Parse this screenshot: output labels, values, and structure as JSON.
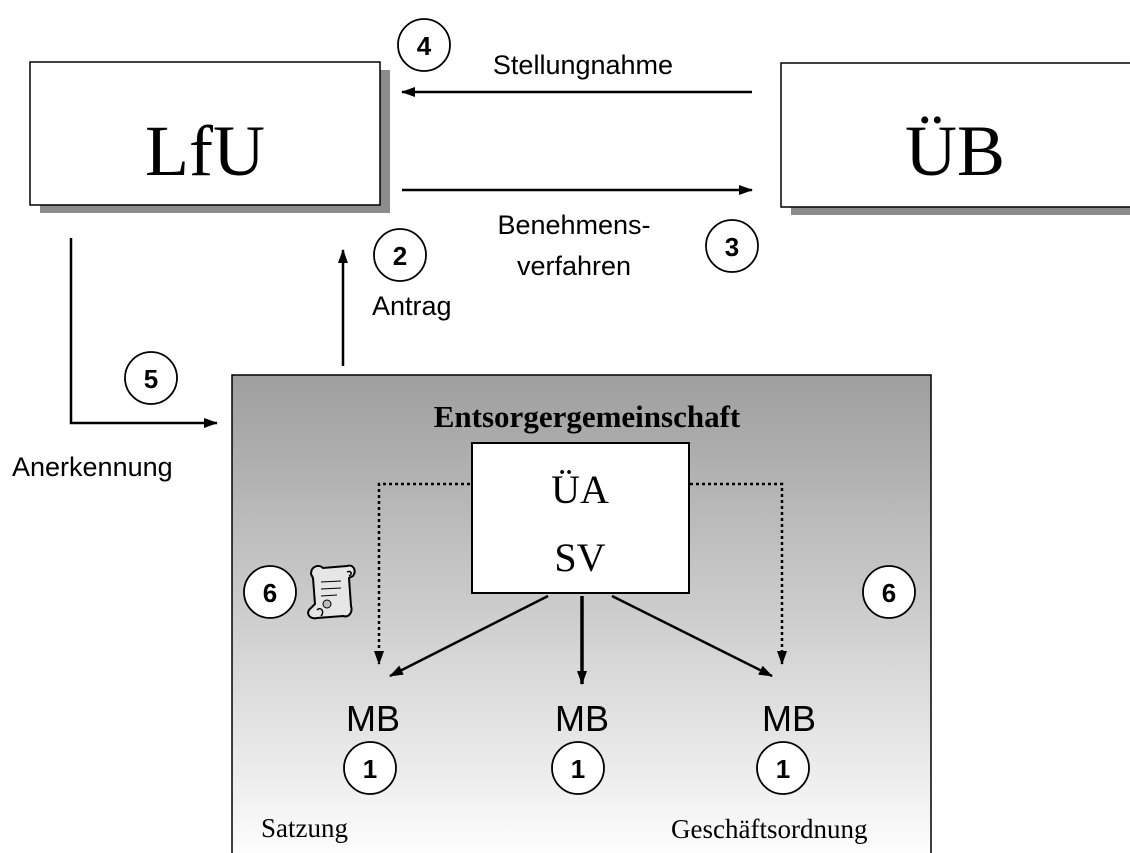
{
  "boxes": {
    "lfu": "LfU",
    "ub": "ÜB",
    "group_title": "Entsorgergemeinschaft",
    "ua": "ÜA",
    "sv": "SV"
  },
  "labels": {
    "stellungnahme": "Stellungnahme",
    "benehmens_line1": "Benehmens-",
    "benehmens_line2": "verfahren",
    "antrag": "Antrag",
    "anerkennung": "Anerkennung",
    "satzung": "Satzung",
    "geschaeftsordnung": "Geschäftsordnung"
  },
  "members": [
    "MB",
    "MB",
    "MB"
  ],
  "steps": {
    "mb": [
      "1",
      "1",
      "1"
    ],
    "antrag": "2",
    "benehmen": "3",
    "stellungnahme": "4",
    "anerkennung": "5",
    "satzung": "6",
    "geschaeftsordnung": "6"
  },
  "icons": {
    "document": "scroll-document-icon"
  },
  "colors": {
    "ink": "#000000",
    "shadow": "#8c8c8c",
    "panel_top": "#9e9e9e",
    "panel_bottom": "#ffffff"
  }
}
